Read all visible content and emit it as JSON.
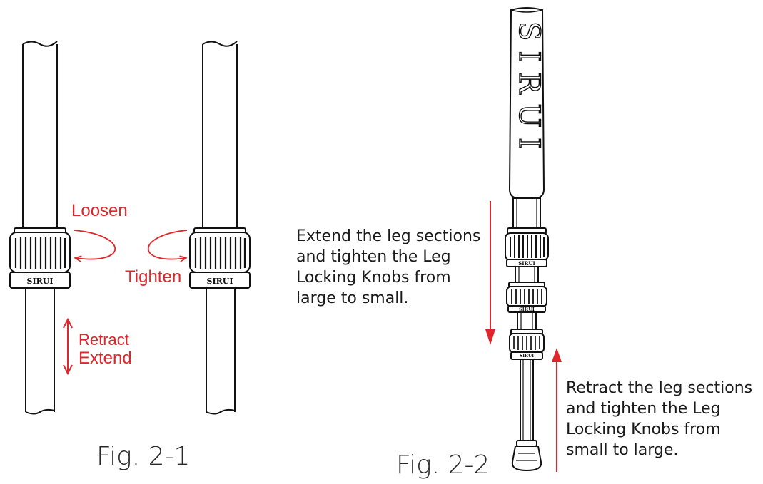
{
  "fig1": {
    "loosen_label": "Loosen",
    "tighten_label": "Tighten",
    "retract_label": "Retract",
    "extend_label": "Extend",
    "caption": "Fig. 2-1",
    "knob_brand": "SIRUI"
  },
  "fig2": {
    "handle_brand": "SIRUI",
    "extend_text": [
      "Extend the leg sections",
      "and tighten the Leg",
      "Locking Knobs from",
      "large to small."
    ],
    "retract_text": [
      "Retract the leg sections",
      "and tighten the Leg",
      "Locking Knobs from",
      "small to large."
    ],
    "caption": "Fig. 2-2",
    "knob_brand": "SIRUI"
  },
  "colors": {
    "accent_red": "#e0262b",
    "line": "#111111"
  }
}
